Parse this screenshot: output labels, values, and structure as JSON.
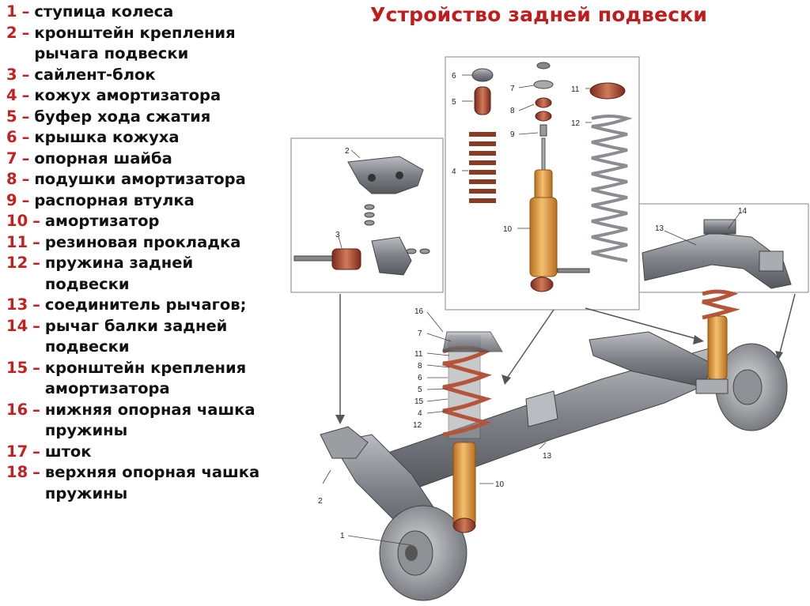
{
  "title": "Устройство задней подвески",
  "legend": [
    {
      "num": "1",
      "text": "ступица колеса"
    },
    {
      "num": "2",
      "text": "кронштейн крепления рычага подвески"
    },
    {
      "num": "3",
      "text": "сайлент-блок"
    },
    {
      "num": "4",
      "text": "кожух амортизатора"
    },
    {
      "num": "5",
      "text": "буфер хода сжатия"
    },
    {
      "num": "6",
      "text": "крышка кожуха"
    },
    {
      "num": "7",
      "text": "опорная шайба"
    },
    {
      "num": "8",
      "text": "подушки амортизатора"
    },
    {
      "num": "9",
      "text": "распорная втулка"
    },
    {
      "num": "10",
      "text": "амортизатор"
    },
    {
      "num": "11",
      "text": "резиновая прокладка"
    },
    {
      "num": "12",
      "text": "пружина задней подвески"
    },
    {
      "num": "13",
      "text": "соединитель рычагов;"
    },
    {
      "num": "14",
      "text": "рычаг балки задней подвески"
    },
    {
      "num": "15",
      "text": "кронштейн крепления амортизатора"
    },
    {
      "num": "16",
      "text": "нижняя опорная чашка пружины"
    },
    {
      "num": "17",
      "text": "шток"
    },
    {
      "num": "18",
      "text": "верхняя опорная чашка пружины"
    }
  ],
  "callouts": {
    "n1": "1",
    "n2": "2",
    "n3": "3",
    "n4": "4",
    "n5": "5",
    "n6": "6",
    "n7": "7",
    "n8": "8",
    "n9": "9",
    "n10": "10",
    "n11": "11",
    "n12": "12",
    "n13": "13",
    "n14": "14",
    "n15": "15",
    "n16": "16"
  },
  "colors": {
    "title": "#c01c1c",
    "number": "#c42020",
    "metal": "#8a8d92",
    "shock": "#e2a04a",
    "spring": "#b4553a"
  }
}
